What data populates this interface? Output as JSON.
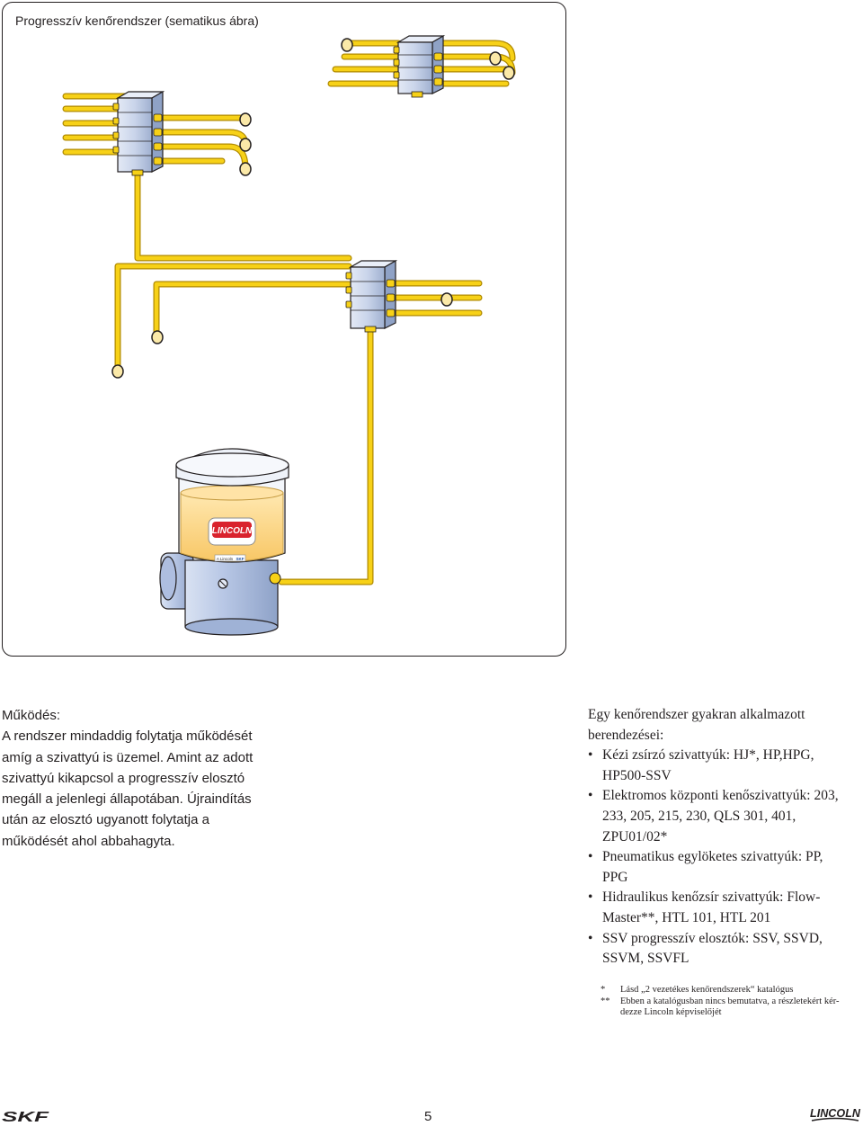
{
  "figure": {
    "caption": "Progresszív kenőrendszer (sematikus ábra)",
    "pump_brand": "LINCOLN",
    "pump_label_small": "A Lincoln",
    "pump_label_skf": "SKF"
  },
  "left_column": {
    "heading": "Működés:",
    "lines": [
      "A rendszer mindaddig folytatja működését",
      "amíg a szivattyú is üzemel. Amint az adott",
      "szivattyú kikapcsol a progresszív elosztó",
      "megáll a jelenlegi állapotában. Újraindítás",
      "után az elosztó ugyanott folytatja a",
      "működését ahol abbahagyta."
    ]
  },
  "right_column": {
    "intro_lines": [
      "Egy kenőrendszer gyakran alkalmazott",
      "berendezései:"
    ],
    "bullet_char": "•",
    "bullets": [
      [
        "Kézi zsírzó szivattyúk: HJ*, HP,HPG,",
        "HP500-SSV"
      ],
      [
        "Elektromos központi kenőszivattyúk: 203,",
        "233, 205, 215, 230, QLS 301, 401,",
        "ZPU01/02*"
      ],
      [
        "Pneumatikus egylöketes szivattyúk: PP,",
        "PPG"
      ],
      [
        "Hidraulikus kenőzsír szivattyúk: Flow-",
        "Master**, HTL 101, HTL 201"
      ],
      [
        "SSV progresszív elosztók: SSV, SSVD,",
        "SSVM, SSVFL"
      ]
    ]
  },
  "footnotes": [
    {
      "mark": "*",
      "lines": [
        "Lásd „2 vezetékes kenőrendszerek“ katalógus"
      ]
    },
    {
      "mark": "**",
      "lines": [
        "Ebben a katalógusban nincs bemutatva, a részletekért kér-",
        "dezze Lincoln képviselőjét"
      ]
    }
  ],
  "footer": {
    "page_number": "5",
    "skf_logo": "SKF",
    "lincoln_logo": "LINCOLN"
  },
  "colors": {
    "pipe": "#f7d117",
    "pipe_outline": "#b08a00",
    "distributor": "#c9d4ea",
    "grease": "#fdd98a",
    "pump_body": "#b9c8e6",
    "brand_red": "#d9232d",
    "text": "#231f20"
  }
}
